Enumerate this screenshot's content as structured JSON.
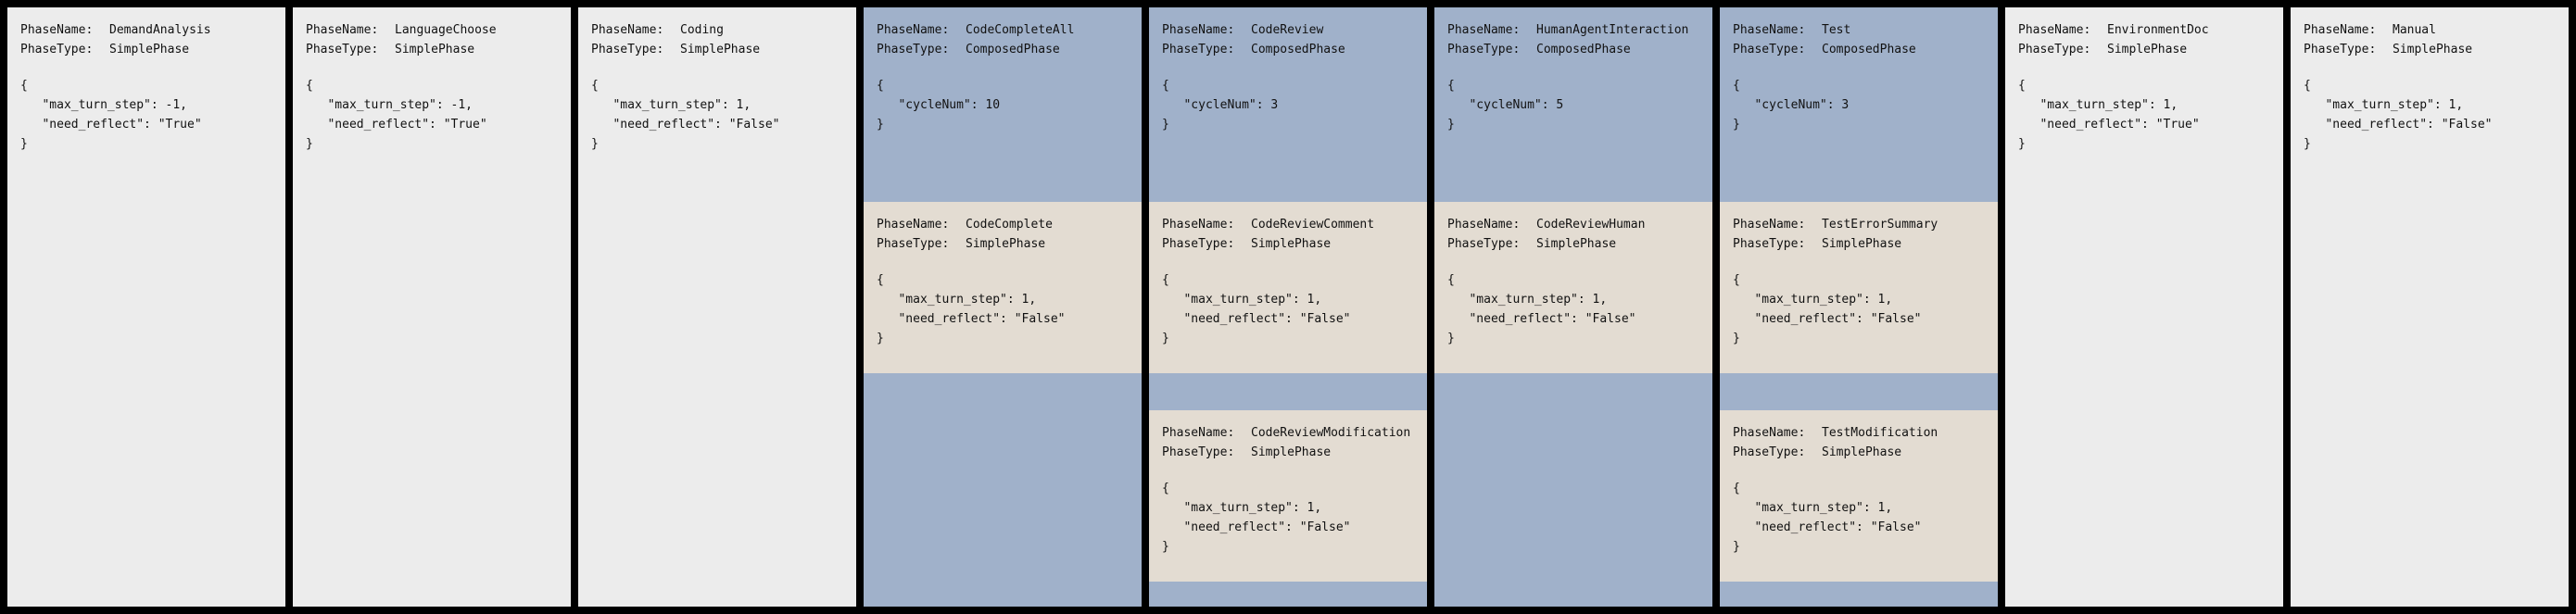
{
  "labels": {
    "phase_name": "PhaseName:",
    "phase_type": "PhaseType:"
  },
  "colors": {
    "background": "#000000",
    "simple_phase_card": "#ececec",
    "composed_phase_card": "#a0b1ca",
    "sub_phase_card": "#e3dcd2",
    "text": "#111111"
  },
  "columns": [
    {
      "kind": "simple",
      "phase_name": "DemandAnalysis",
      "phase_type": "SimplePhase",
      "config": "{\n   \"max_turn_step\": -1,\n   \"need_reflect\": \"True\"\n}"
    },
    {
      "kind": "simple",
      "phase_name": "LanguageChoose",
      "phase_type": "SimplePhase",
      "config": "{\n   \"max_turn_step\": -1,\n   \"need_reflect\": \"True\"\n}"
    },
    {
      "kind": "simple",
      "phase_name": "Coding",
      "phase_type": "SimplePhase",
      "config": "{\n   \"max_turn_step\": 1,\n   \"need_reflect\": \"False\"\n}"
    },
    {
      "kind": "composed",
      "phase_name": "CodeCompleteAll",
      "phase_type": "ComposedPhase",
      "config": "{\n   \"cycleNum\": 10\n}",
      "sub_phases": [
        {
          "phase_name": "CodeComplete",
          "phase_type": "SimplePhase",
          "config": "{\n   \"max_turn_step\": 1,\n   \"need_reflect\": \"False\"\n}"
        }
      ]
    },
    {
      "kind": "composed",
      "phase_name": "CodeReview",
      "phase_type": "ComposedPhase",
      "config": "{\n   \"cycleNum\": 3\n}",
      "sub_phases": [
        {
          "phase_name": "CodeReviewComment",
          "phase_type": "SimplePhase",
          "config": "{\n   \"max_turn_step\": 1,\n   \"need_reflect\": \"False\"\n}"
        },
        {
          "phase_name": "CodeReviewModification",
          "phase_type": "SimplePhase",
          "config": "{\n   \"max_turn_step\": 1,\n   \"need_reflect\": \"False\"\n}"
        }
      ]
    },
    {
      "kind": "composed",
      "phase_name": "HumanAgentInteraction",
      "phase_type": "ComposedPhase",
      "config": "{\n   \"cycleNum\": 5\n}",
      "sub_phases": [
        {
          "phase_name": "CodeReviewHuman",
          "phase_type": "SimplePhase",
          "config": "{\n   \"max_turn_step\": 1,\n   \"need_reflect\": \"False\"\n}"
        }
      ]
    },
    {
      "kind": "composed",
      "phase_name": "Test",
      "phase_type": "ComposedPhase",
      "config": "{\n   \"cycleNum\": 3\n}",
      "sub_phases": [
        {
          "phase_name": "TestErrorSummary",
          "phase_type": "SimplePhase",
          "config": "{\n   \"max_turn_step\": 1,\n   \"need_reflect\": \"False\"\n}"
        },
        {
          "phase_name": "TestModification",
          "phase_type": "SimplePhase",
          "config": "{\n   \"max_turn_step\": 1,\n   \"need_reflect\": \"False\"\n}"
        }
      ]
    },
    {
      "kind": "simple",
      "phase_name": "EnvironmentDoc",
      "phase_type": "SimplePhase",
      "config": "{\n   \"max_turn_step\": 1,\n   \"need_reflect\": \"True\"\n}"
    },
    {
      "kind": "simple",
      "phase_name": "Manual",
      "phase_type": "SimplePhase",
      "config": "{\n   \"max_turn_step\": 1,\n   \"need_reflect\": \"False\"\n}"
    }
  ]
}
